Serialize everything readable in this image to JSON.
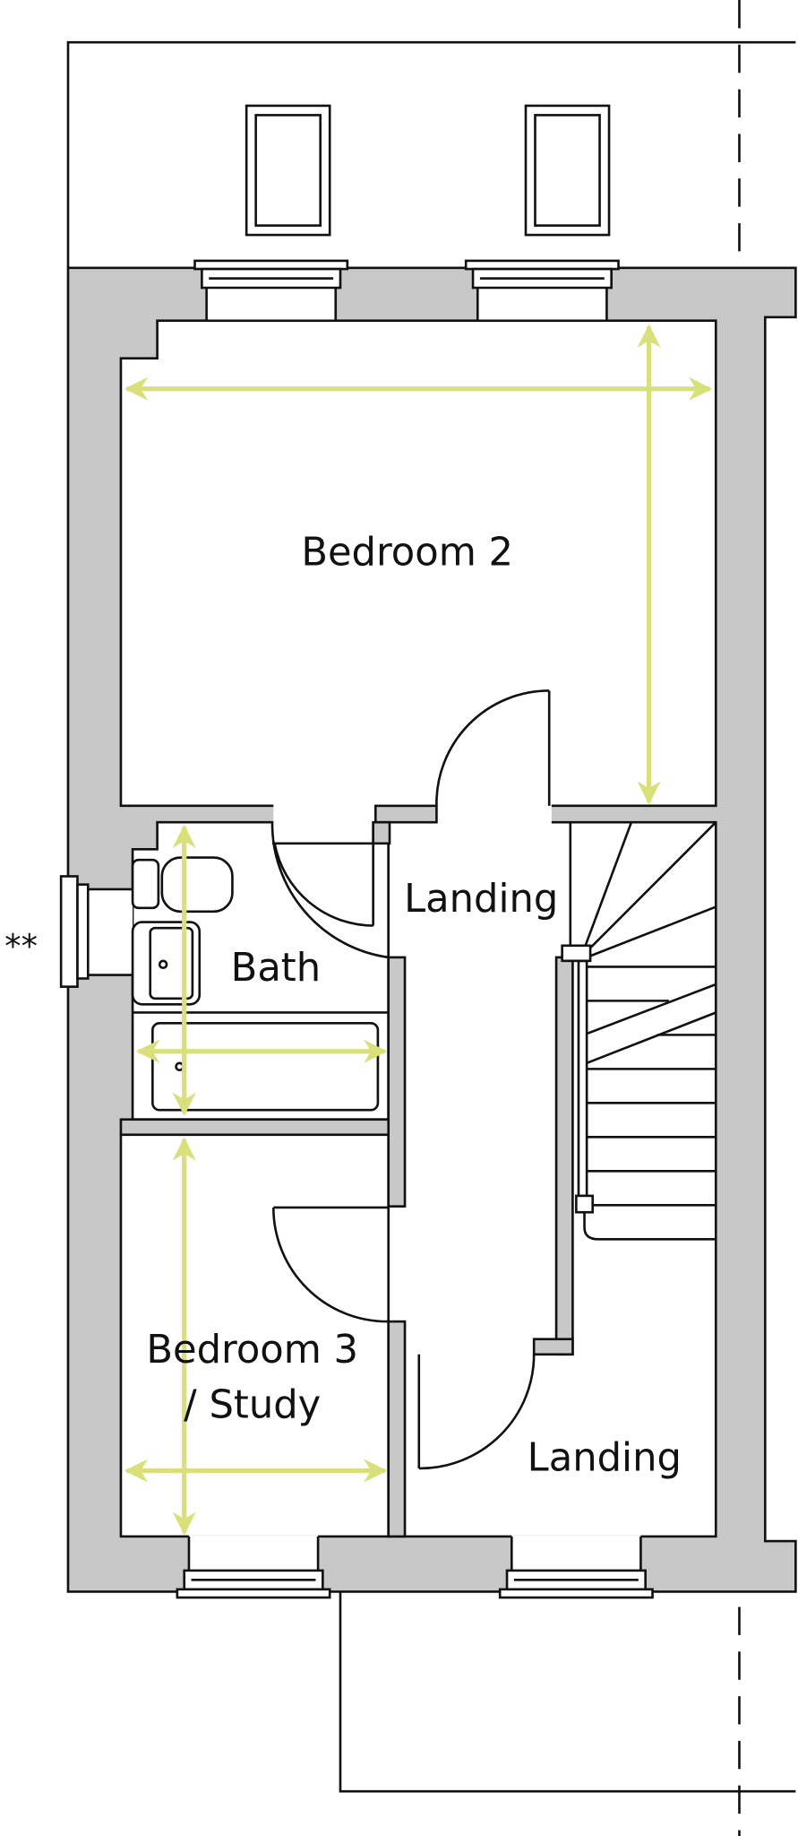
{
  "title": "First floor plan",
  "rooms": {
    "bedroom2": "Bedroom 2",
    "landing_upper": "Landing",
    "bath": "Bath",
    "bedroom3_line1": "Bedroom 3",
    "bedroom3_line2": "/ Study",
    "landing_lower": "Landing"
  },
  "note_marker": "**",
  "colors": {
    "wall": "#c8c8c8",
    "dimension_arrow": "#d9e07a",
    "line": "#111111"
  }
}
